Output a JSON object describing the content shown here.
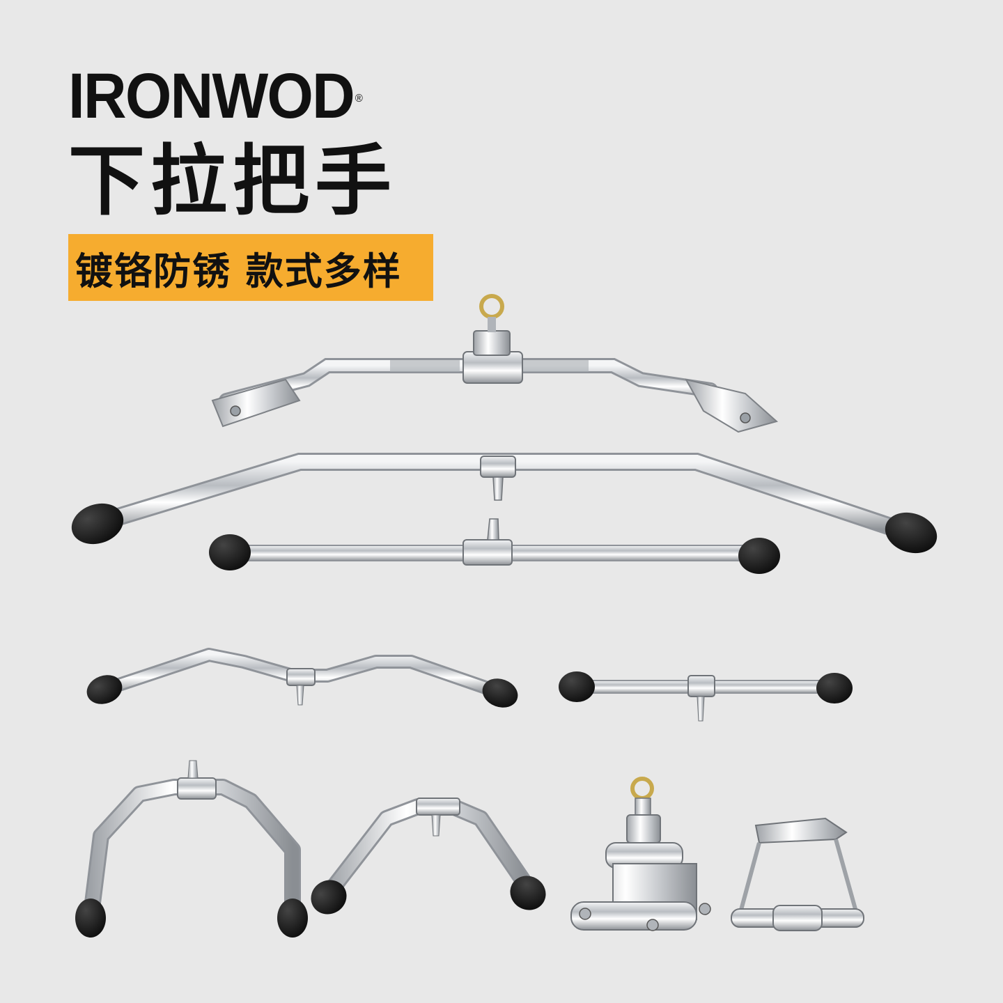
{
  "brand": {
    "name": "IRONWOD",
    "registered": "®"
  },
  "headline": "下拉把手",
  "banner": {
    "text": "镀铬防锈  款式多样",
    "color": "#f6ac2f"
  },
  "colors": {
    "background": "#e8e8e8",
    "chrome": "#c9ccd0",
    "rubber": "#111111"
  },
  "products": [
    {
      "icon": "lat-bar-curved-swivel-icon"
    },
    {
      "icon": "long-lat-pulldown-bar-icon"
    },
    {
      "icon": "straight-bar-icon"
    },
    {
      "icon": "cambered-bar-icon"
    },
    {
      "icon": "short-straight-bar-icon"
    },
    {
      "icon": "v-bar-wide-icon"
    },
    {
      "icon": "v-bar-icon"
    },
    {
      "icon": "rotating-row-handle-icon"
    },
    {
      "icon": "stirrup-handle-icon"
    }
  ]
}
